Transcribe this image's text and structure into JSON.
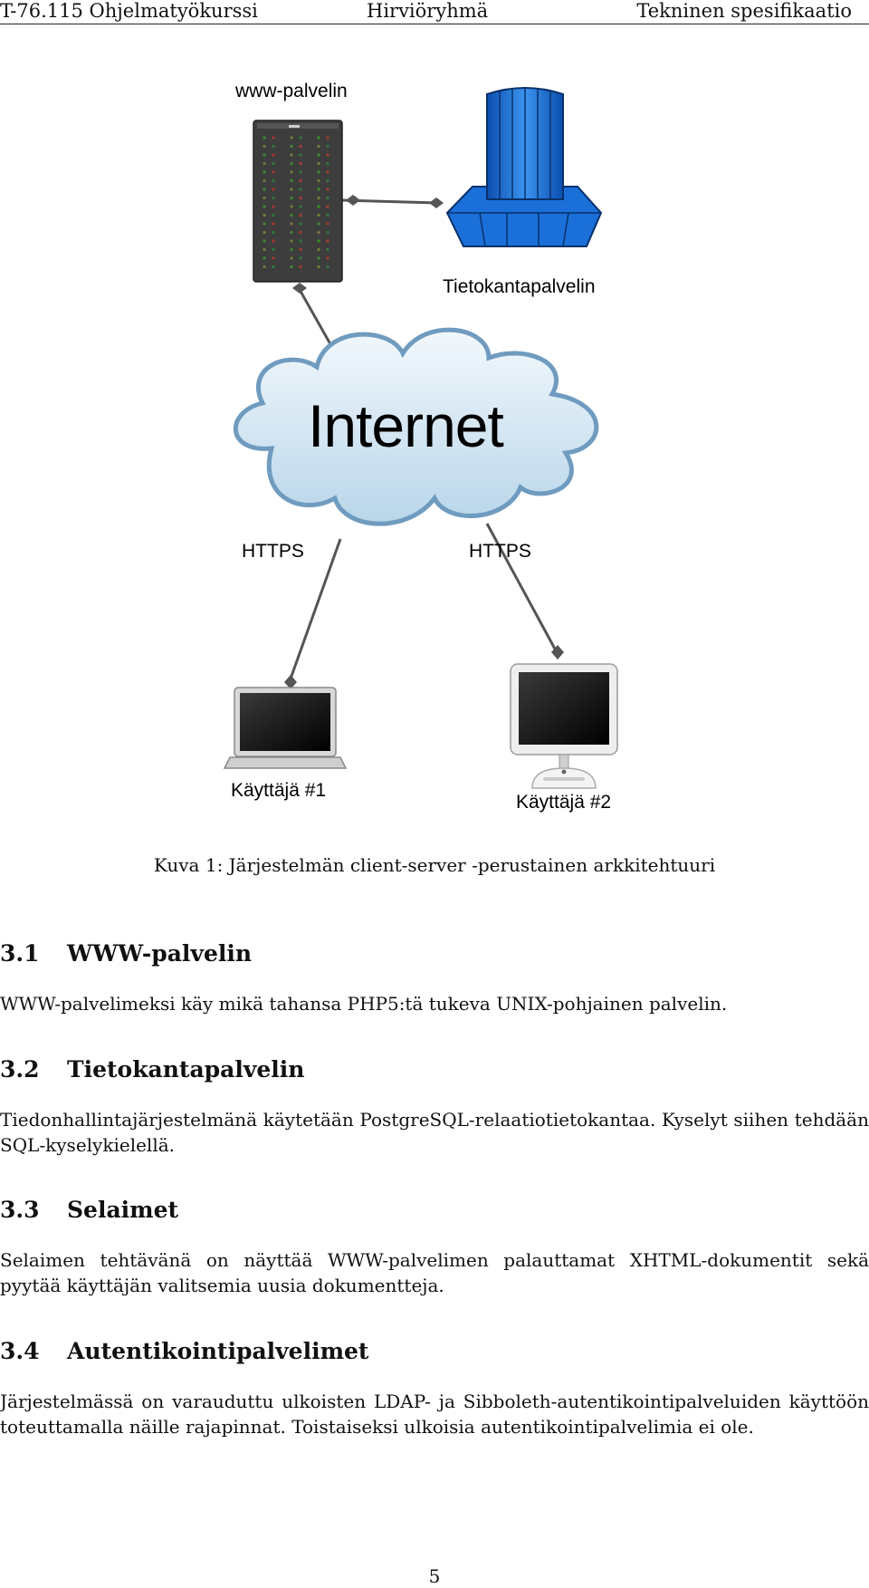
{
  "header": {
    "left": "T-76.115 Ohjelmatyökurssi",
    "center": "Hirviöryhmä",
    "right": "Tekninen spesifikaatio"
  },
  "figure": {
    "www_label": "www-palvelin",
    "db_label": "Tietokantapalvelin",
    "internet_label": "Internet",
    "https_left": "HTTPS",
    "https_right": "HTTPS",
    "user1_label": "Käyttäjä #1",
    "user2_label": "Käyttäjä #2",
    "cloud_color": "#cfe3f0",
    "db_color": "#1a73d9"
  },
  "caption": "Kuva 1: Järjestelmän client-server -perustainen arkkitehtuuri",
  "sections": [
    {
      "number": "3.1",
      "title": "WWW-palvelin",
      "paragraph": "WWW-palvelimeksi käy mikä tahansa PHP5:tä tukeva UNIX-pohjainen palvelin."
    },
    {
      "number": "3.2",
      "title": "Tietokantapalvelin",
      "paragraph": "Tiedonhallintajärjestelmänä käytetään PostgreSQL-relaatiotietokantaa. Kyselyt siihen tehdään SQL-kyselykielellä."
    },
    {
      "number": "3.3",
      "title": "Selaimet",
      "paragraph": "Selaimen tehtävänä on näyttää WWW-palvelimen palauttamat XHTML-dokumentit sekä pyytää käyttäjän valitsemia uusia dokumentteja."
    },
    {
      "number": "3.4",
      "title": "Autentikointipalvelimet",
      "paragraph": "Järjestelmässä on varauduttu ulkoisten LDAP- ja Sibboleth-autentikointipalveluiden käyttöön toteuttamalla näille rajapinnat. Toistaiseksi ulkoisia autentikointipalvelimia ei ole."
    }
  ],
  "page_number": "5"
}
